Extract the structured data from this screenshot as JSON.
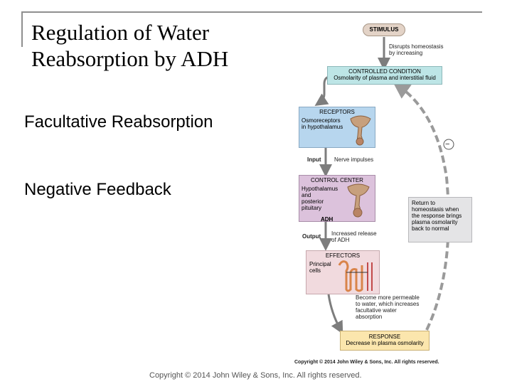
{
  "slide": {
    "title_line1": "Regulation  of Water",
    "title_line2": "Reabsorption by ADH",
    "bullet1": "Facultative Reabsorption",
    "bullet2": "Negative Feedback",
    "footer": "Copyright © 2014 John Wiley & Sons, Inc. All rights reserved."
  },
  "diagram": {
    "stimulus": "STIMULUS",
    "disrupts": [
      "Disrupts homeostasis",
      "by increasing"
    ],
    "controlled_title": "CONTROLLED CONDITION",
    "controlled_text": "Osmolarity of plasma and interstitial fluid",
    "receptors_title": "RECEPTORS",
    "receptors_text": [
      "Osmoreceptors",
      "in hypothalamus"
    ],
    "input_label": "Input",
    "input_text": "Nerve impulses",
    "control_title": "CONTROL CENTER",
    "control_text": [
      "Hypothalamus",
      "and",
      "posterior",
      "pituitary"
    ],
    "adh": "ADH",
    "output_label": "Output",
    "output_text": [
      "Increased release",
      "of ADH"
    ],
    "effectors_title": "EFFECTORS",
    "effectors_text": [
      "Principal",
      "cells"
    ],
    "permeable_text": [
      "Become more permeable",
      "to water, which increases",
      "facultative water",
      "absorption"
    ],
    "response_title": "RESPONSE",
    "response_text": "Decrease in plasma osmolarity",
    "return_text": [
      "Return to",
      "homeostasis when",
      "the response brings",
      "plasma osmolarity",
      "back to normal"
    ],
    "minus": "−",
    "copyright": "Copyright © 2014 John Wiley & Sons, Inc. All rights reserved.",
    "colors": {
      "stimulus": "#e3d3c7",
      "controlled": "#bde5e6",
      "receptors": "#b7d6ee",
      "control": "#dcc2dc",
      "effectors": "#f1dade",
      "response": "#fbe6ad",
      "return": "#e4e4e6",
      "arrow": "#7d7d7d",
      "feedback_arrow": "#9a9a9a"
    }
  }
}
